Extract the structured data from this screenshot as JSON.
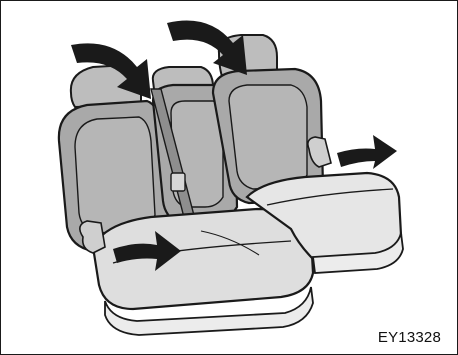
{
  "figure": {
    "code": "EY13328"
  },
  "colors": {
    "outline": "#1a1a1a",
    "seat_back_fill": "#a9a9a9",
    "seat_back_inner": "#bdbdbd",
    "cushion_fill": "#dedede",
    "cushion_light": "#ececec",
    "arrow_fill": "#1a1a1a",
    "belt_fill": "#8e8e8e"
  },
  "icons": {
    "arrows": [
      "curved-arrow-down",
      "curved-arrow-down",
      "curved-arrow-right",
      "curved-arrow-right"
    ]
  }
}
